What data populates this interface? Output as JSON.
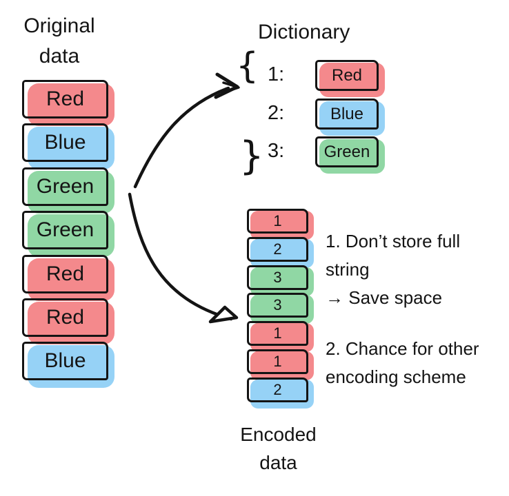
{
  "colors": {
    "red": "#F4898C",
    "blue": "#96D2F6",
    "green": "#90D7A4",
    "ink": "#141414"
  },
  "original": {
    "title": [
      "Original",
      "data"
    ],
    "items": [
      {
        "label": "Red",
        "color": "red"
      },
      {
        "label": "Blue",
        "color": "blue"
      },
      {
        "label": "Green",
        "color": "green"
      },
      {
        "label": "Green",
        "color": "green"
      },
      {
        "label": "Red",
        "color": "red"
      },
      {
        "label": "Red",
        "color": "red"
      },
      {
        "label": "Blue",
        "color": "blue"
      }
    ]
  },
  "dictionary": {
    "title": "Dictionary",
    "brace_open": "{",
    "brace_close": "}",
    "entries": [
      {
        "key": "1:",
        "label": "Red",
        "color": "red"
      },
      {
        "key": "2:",
        "label": "Blue",
        "color": "blue"
      },
      {
        "key": "3:",
        "label": "Green",
        "color": "green"
      }
    ]
  },
  "encoded": {
    "title": [
      "Encoded",
      "data"
    ],
    "items": [
      {
        "label": "1",
        "color": "red"
      },
      {
        "label": "2",
        "color": "blue"
      },
      {
        "label": "3",
        "color": "green"
      },
      {
        "label": "3",
        "color": "green"
      },
      {
        "label": "1",
        "color": "red"
      },
      {
        "label": "1",
        "color": "red"
      },
      {
        "label": "2",
        "color": "blue"
      }
    ]
  },
  "notes": [
    {
      "lines": [
        "1. Don’t store full",
        "string",
        "→ Save space"
      ]
    },
    {
      "lines": [
        "2. Chance for other",
        "encoding scheme"
      ]
    }
  ]
}
